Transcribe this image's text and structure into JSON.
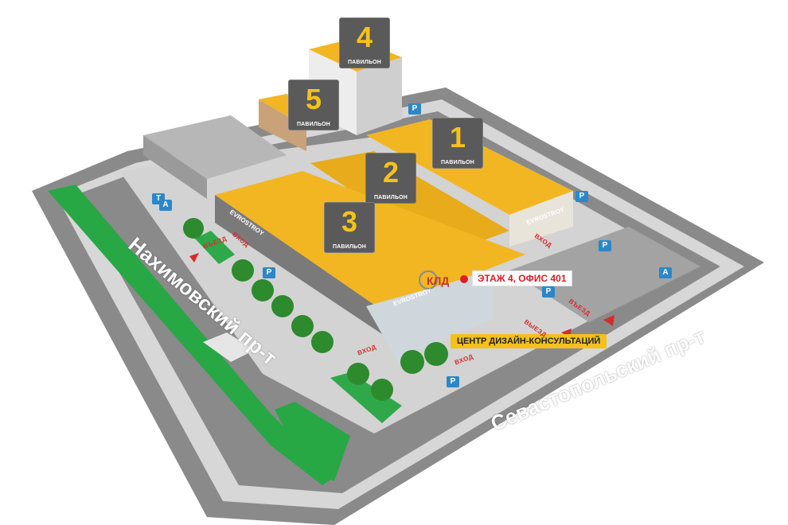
{
  "map": {
    "pavilion_caption": "ПАВИЛЬОН",
    "pavilions": [
      {
        "number": "4",
        "caption": "ПАВИЛЬОН"
      },
      {
        "number": "5",
        "caption": "ПАВИЛЬОН"
      },
      {
        "number": "1",
        "caption": "ПАВИЛЬОН"
      },
      {
        "number": "2",
        "caption": "ПАВИЛЬОН"
      },
      {
        "number": "3",
        "caption": "ПАВИЛЬОН"
      }
    ],
    "streets": {
      "left": "Нахимовский пр-т",
      "right": "Севастопольский пр-т"
    },
    "office_label": "ЭТАЖ 4, ОФИС 401",
    "center_label": "ЦЕНТР ДИЗАЙН-КОНСУЛЬТАЦИЙ",
    "logo_text": "КЛД",
    "brand_text": "EVROSTROY",
    "entry_label": "ВЪЕЗД",
    "exit_label": "ВЫЕЗД",
    "walk_entry_label": "ВХОД",
    "sign_parking": "P",
    "sign_taxi": "T",
    "sign_bus": "A",
    "colors": {
      "roof": "#f2b623",
      "roof_dark": "#d89a14",
      "road": "#8a8a8a",
      "curb": "#d7d7d7",
      "grass": "#28a745",
      "badge": "#5a5a5a",
      "badge_number": "#f5c21b",
      "parking_sign": "#2b87c8",
      "accent_red": "#e01b22"
    }
  }
}
